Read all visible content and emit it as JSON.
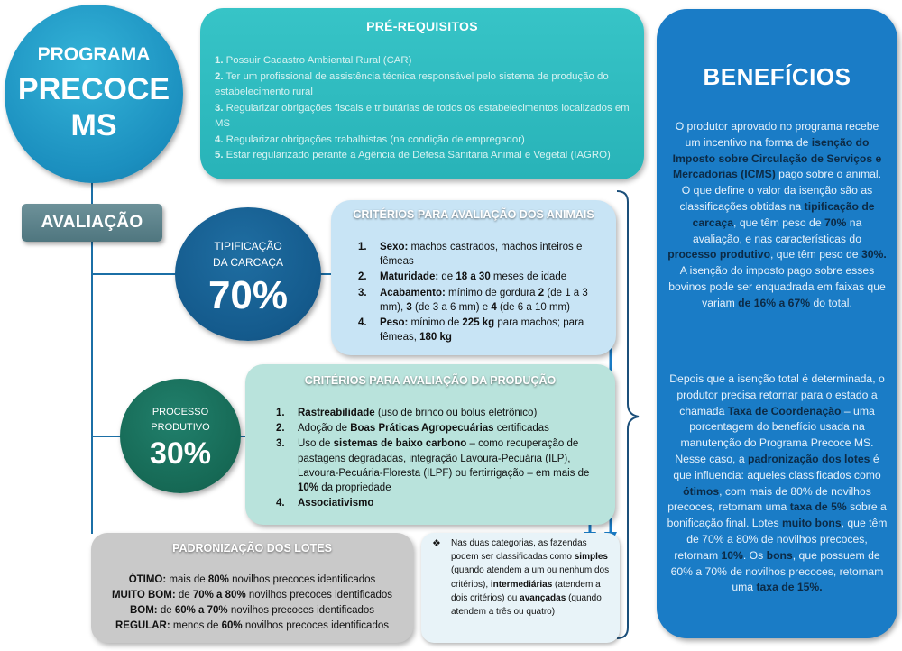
{
  "programa": {
    "line1": "PROGRAMA",
    "line2": "PRECOCE",
    "line3": "MS"
  },
  "pre_requisitos": {
    "title": "PRÉ-REQUISITOS",
    "items": [
      {
        "num": "1.",
        "text": "Possuir Cadastro Ambiental Rural (CAR)"
      },
      {
        "num": "2.",
        "text": "Ter um profissional de assistência técnica responsável pelo sistema de produção do estabelecimento rural"
      },
      {
        "num": "3.",
        "text": "Regularizar obrigações fiscais e tributárias de todos os estabelecimentos localizados em MS"
      },
      {
        "num": "4.",
        "text": "Regularizar obrigações trabalhistas (na condição de empregador)"
      },
      {
        "num": "5.",
        "text": "Estar regularizado perante a Agência de Defesa Sanitária Animal e Vegetal (IAGRO)"
      }
    ]
  },
  "avaliacao": {
    "label": "AVALIAÇÃO"
  },
  "tipificacao": {
    "line1": "TIPIFICAÇÃO",
    "line2": "DA CARCAÇA",
    "pct": "70%"
  },
  "processo": {
    "line1": "PROCESSO",
    "line2": "PRODUTIVO",
    "pct": "30%"
  },
  "criterios_animais": {
    "title": "CRITÉRIOS PARA AVALIAÇÃO DOS ANIMAIS",
    "items": [
      {
        "num": "1.",
        "b1": "Sexo:",
        "t1": " machos castrados, machos inteiros e fêmeas"
      },
      {
        "num": "2.",
        "b1": "Maturidade:",
        "t1": " de ",
        "b2": "18 a 30",
        "t2": " meses de idade"
      },
      {
        "num": "3.",
        "b1": "Acabamento:",
        "t1": " mínimo de gordura ",
        "b2": "2",
        "t2": " (de 1 a 3 mm), ",
        "b3": "3",
        "t3": " (de 3 a 6 mm) e ",
        "b4": "4",
        "t4": " (de 6 a 10 mm)"
      },
      {
        "num": "4.",
        "b1": "Peso:",
        "t1": " mínimo de ",
        "b2": "225 kg",
        "t2": " para machos; para fêmeas, ",
        "b3": "180 kg"
      }
    ]
  },
  "criterios_producao": {
    "title": "CRITÉRIOS PARA AVALIAÇÃO DA PRODUÇÃO",
    "items": [
      {
        "num": "1.",
        "b1": "Rastreabilidade",
        "t1": " (uso de brinco ou bolus eletrônico)"
      },
      {
        "num": "2.",
        "t0": "Adoção de ",
        "b1": "Boas Práticas Agropecuárias",
        "t1": " certificadas"
      },
      {
        "num": "3.",
        "t0": "Uso de ",
        "b1": "sistemas de baixo carbono",
        "t1": " – como recuperação de pastagens degradadas, integração Lavoura-Pecuária (ILP), Lavoura-Pecuária-Floresta (ILPF) ou fertirrigação – em mais de ",
        "b2": "10%",
        "t2": " da propriedade"
      },
      {
        "num": "4.",
        "b1": "Associativismo"
      }
    ]
  },
  "padronizacao": {
    "title": "PADRONIZAÇÃO DOS LOTES",
    "rows": [
      {
        "label": "ÓTIMO:",
        "t1": " mais de ",
        "b": "80%",
        "t2": " novilhos precoces identificados"
      },
      {
        "label": "MUITO BOM:",
        "t1": " de ",
        "b": "70% a 80%",
        "t2": " novilhos precoces identificados"
      },
      {
        "label": "BOM:",
        "t1": " de ",
        "b": "60% a 70%",
        "t2": " novilhos precoces identificados"
      },
      {
        "label": "REGULAR:",
        "t1": " menos de ",
        "b": "60%",
        "t2": " novilhos precoces identificados"
      }
    ]
  },
  "nota": {
    "bullet": "❖",
    "t1": "Nas duas categorias, as fazendas podem ser classificadas como ",
    "b1": "simples",
    "t2": " (quando atendem a um ou nenhum dos critérios), ",
    "b2": "intermediárias",
    "t3": " (atendem a dois critérios) ou ",
    "b3": "avançadas",
    "t4": " (quando atendem a três ou quatro)"
  },
  "beneficios": {
    "title": "BENEFÍCIOS",
    "p1": {
      "t1": "O produtor aprovado no programa recebe um incentivo na forma de ",
      "b1": "isenção do Imposto sobre Circulação de Serviços e Mercadorias (ICMS)",
      "t2": " pago sobre o animal. O que define o valor da isenção são as classificações obtidas na ",
      "b2": "tipificação de carcaça",
      "t3": ", que têm peso de ",
      "b3": "70%",
      "t4": " na avaliação, e nas características do ",
      "b4": "processo produtivo",
      "t5": ", que têm peso de ",
      "b5": "30%.",
      "t6": " A isenção do imposto pago sobre esses bovinos pode ser enquadrada em faixas que variam ",
      "b6": "de 16% a 67%",
      "t7": " do total."
    },
    "p2": {
      "t1": "Depois que a isenção total é determinada, o produtor precisa retornar para o estado a chamada ",
      "b1": "Taxa de Coordenação",
      "t2": " – uma porcentagem do benefício usada na manutenção do Programa Precoce MS. Nesse caso, a ",
      "b2": "padronização dos lotes",
      "t3": " é que influencia: aqueles classificados como ",
      "b3": "ótimos",
      "t4": ", com mais de 80% de novilhos precoces, retornam uma ",
      "b4": "taxa de 5%",
      "t5": " sobre a bonificação final. Lotes ",
      "b5": "muito bons",
      "t6": ", que têm de 70% a 80% de novilhos precoces, retornam ",
      "b6": "10%",
      "t7": ". Os ",
      "b7": "bons",
      "t8": ", que possuem de 60% a 70% de novilhos precoces, retornam uma ",
      "b8": "taxa de 15%."
    }
  },
  "colors": {
    "programa": "#1b8fbf",
    "pre_requisitos": "#2fbcc0",
    "beneficios": "#1a7cc6",
    "tipificacao": "#145a8c",
    "processo": "#166955",
    "connector": "#1b6fa6"
  }
}
